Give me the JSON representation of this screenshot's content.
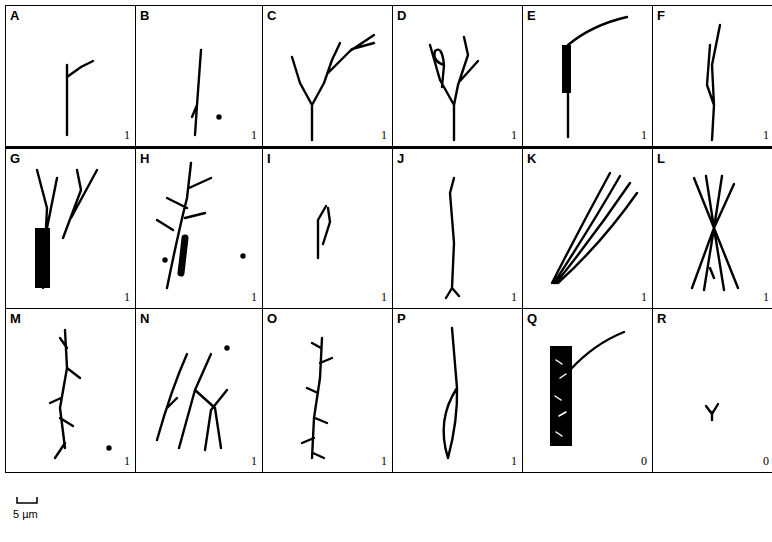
{
  "diagram": {
    "nodes": [
      {
        "text": [
          "A",
          "1"
        ]
      },
      {
        "text": [
          "B",
          "1"
        ]
      },
      {
        "text": [
          "C",
          "1"
        ]
      },
      {
        "text": [
          "D",
          "1"
        ]
      },
      {
        "text": [
          "E",
          "1"
        ]
      },
      {
        "text": [
          "F",
          "1"
        ]
      },
      {
        "text": [
          "G",
          "1"
        ]
      },
      {
        "text": [
          "H",
          "1"
        ]
      },
      {
        "text": [
          "I",
          "1"
        ]
      },
      {
        "text": [
          "J",
          "1"
        ]
      },
      {
        "text": [
          "K",
          "1"
        ]
      },
      {
        "text": [
          "L",
          "1"
        ]
      },
      {
        "text": [
          "M",
          "1"
        ]
      },
      {
        "text": [
          "N",
          "1"
        ]
      },
      {
        "text": [
          "O",
          "1"
        ]
      },
      {
        "text": [
          "P",
          "1"
        ]
      },
      {
        "text": [
          "Q",
          "0"
        ]
      },
      {
        "text": [
          "R",
          "0"
        ]
      }
    ],
    "labels": [
      "5 µm"
    ]
  }
}
